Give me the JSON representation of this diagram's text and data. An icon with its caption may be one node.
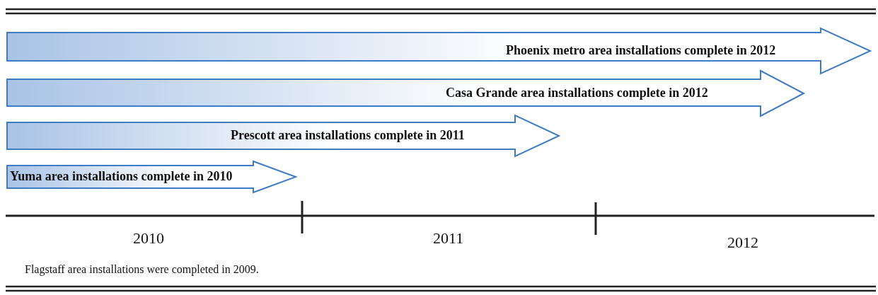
{
  "diagram": {
    "nodes": [
      {
        "text": [
          "Phoenix metro area installations complete in 2012"
        ]
      },
      {
        "text": [
          "Casa Grande area installations complete in 2012"
        ]
      },
      {
        "text": [
          "Prescott area installations complete in 2011"
        ]
      },
      {
        "text": [
          "Yuma area installations complete in 2010"
        ]
      }
    ],
    "labels": [
      "2010",
      "2011",
      "2012",
      "Flagstaff area installations were completed in 2009."
    ]
  }
}
